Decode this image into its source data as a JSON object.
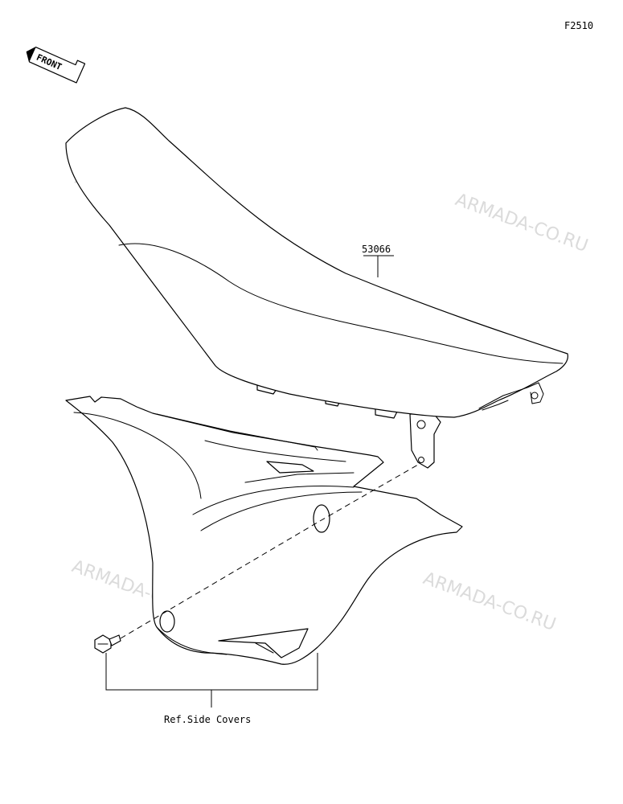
{
  "figure_id": "F2510",
  "front_badge": "FRONT",
  "parts": [
    {
      "number": "53066"
    }
  ],
  "reference_label": "Ref.Side Covers",
  "watermark": "ARMADA-CO.RU"
}
